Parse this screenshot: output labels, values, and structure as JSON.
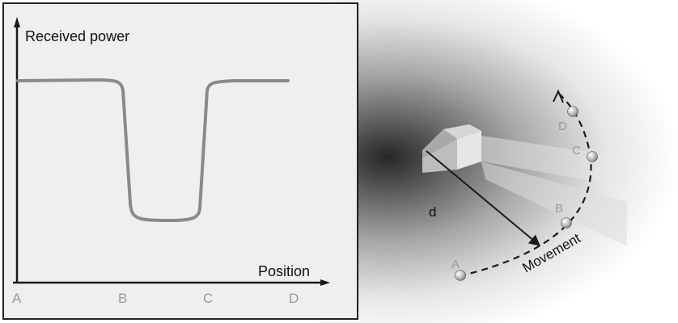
{
  "chart": {
    "y_label": "Received power",
    "x_label": "Position",
    "ticks": [
      "A",
      "B",
      "C",
      "D"
    ],
    "colors": {
      "panel": "#efefef",
      "curve": "#8a8a8a",
      "axis": "#1a1a1a",
      "tick": "#999999"
    }
  },
  "scene": {
    "distance_label": "d",
    "movement_label": "Movement",
    "positions": [
      "A",
      "B",
      "C",
      "D"
    ]
  }
}
